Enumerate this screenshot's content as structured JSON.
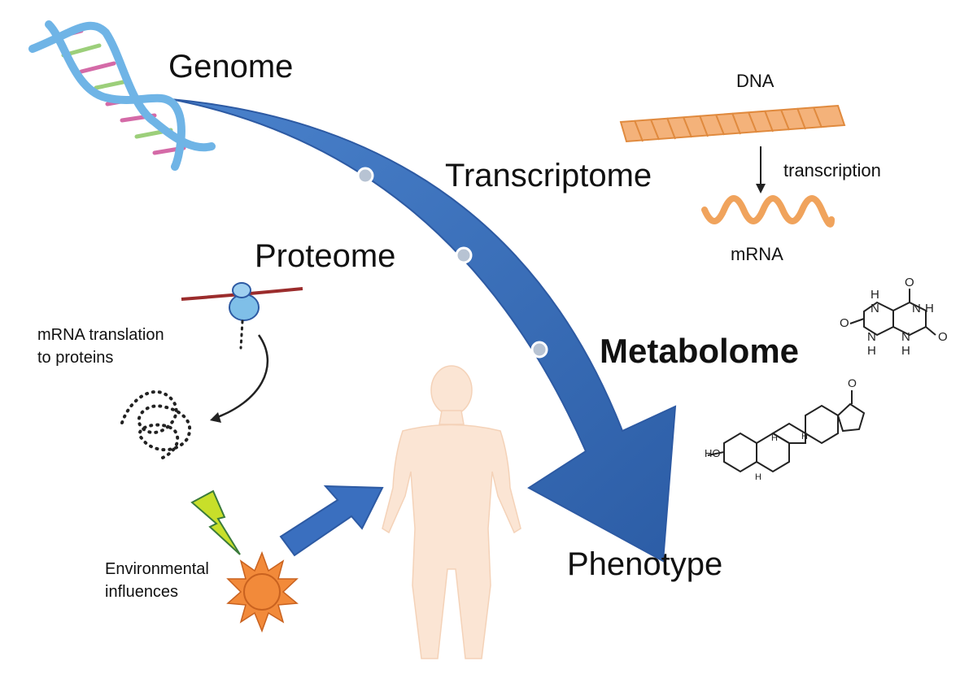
{
  "labels": {
    "genome": "Genome",
    "transcriptome": "Transcriptome",
    "proteome": "Proteome",
    "metabolome": "Metabolome",
    "phenotype": "Phenotype",
    "dna": "DNA",
    "transcription": "transcription",
    "mrna": "mRNA",
    "translation_line1": "mRNA translation",
    "translation_line2": "to proteins",
    "env_line1": "Environmental",
    "env_line2": "influences",
    "steroid_ho": "HO",
    "steroid_o": "O",
    "steroid_h": "H"
  },
  "molecule": {
    "atom_o": "O",
    "atom_n": "N",
    "atom_h": "H"
  },
  "colors": {
    "main_arrow": "#3a6fbf",
    "main_arrow_dark": "#2d5aa3",
    "node_dot": "#b7c3d3",
    "dna_blue": "#6fb4e6",
    "dna_pink": "#d46aa7",
    "dna_green": "#9ccf7a",
    "mrna_orange": "#f0a35c",
    "body_skin": "#fbe5d4",
    "ribosome_blue": "#7fbfe8",
    "mrna_strand": "#9b2c2c",
    "sun_orange": "#f28a3a",
    "lightning_green": "#c8df2a"
  }
}
